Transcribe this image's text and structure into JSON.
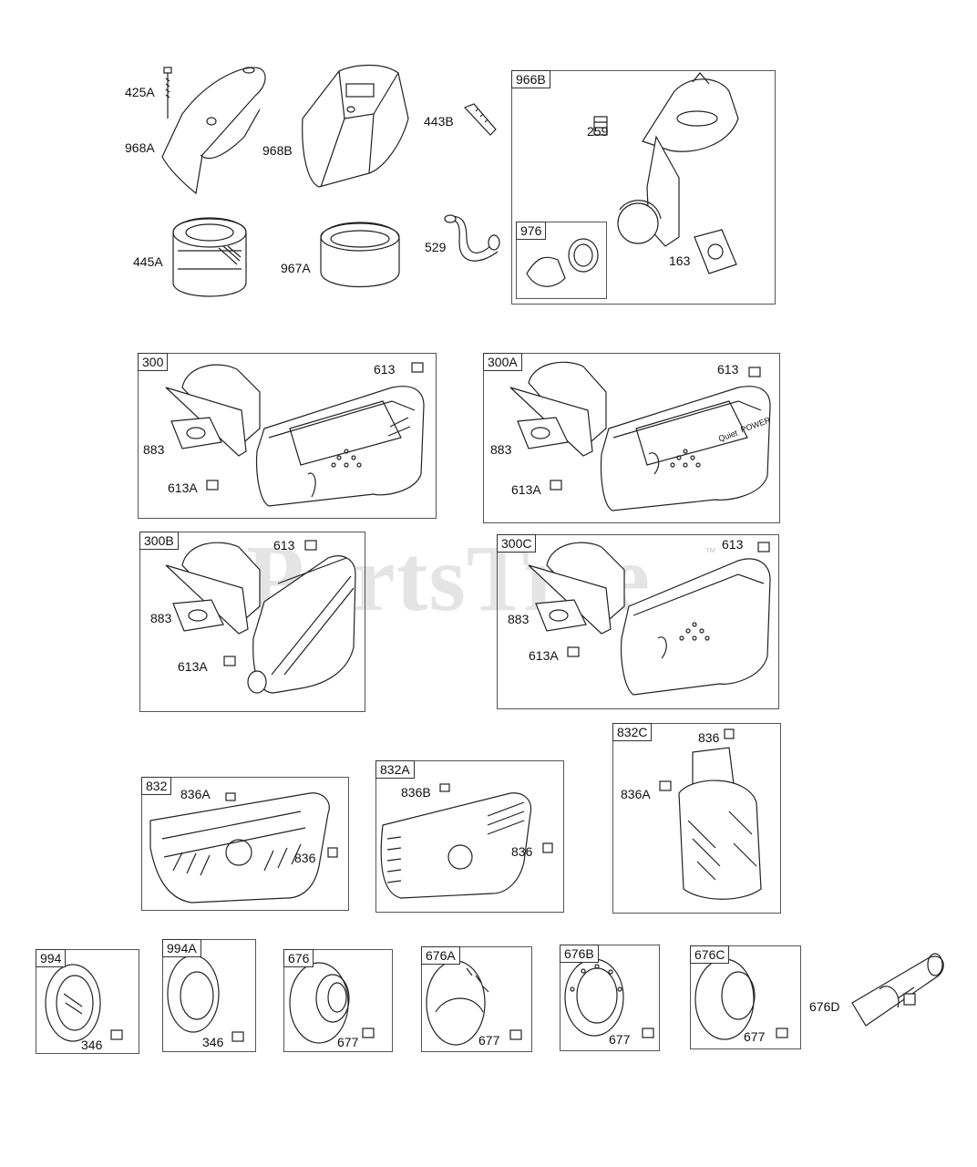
{
  "watermark": {
    "text": "PartsTree",
    "tm": "™"
  },
  "top_parts": {
    "p425A": "425A",
    "p968A": "968A",
    "p968B": "968B",
    "p443B": "443B",
    "p445A": "445A",
    "p967A": "967A",
    "p529": "529"
  },
  "box_966B": {
    "tag": "966B",
    "p259": "259",
    "p163": "163",
    "sub_976": "976"
  },
  "muffler_300": {
    "tag": "300",
    "p613": "613",
    "p883": "883",
    "p613A": "613A"
  },
  "muffler_300A": {
    "tag": "300A",
    "p613": "613",
    "p883": "883",
    "p613A": "613A",
    "brand_line1": "POWER",
    "brand_line2": "Quiet"
  },
  "muffler_300B": {
    "tag": "300B",
    "p613": "613",
    "p883": "883",
    "p613A": "613A"
  },
  "muffler_300C": {
    "tag": "300C",
    "p613": "613",
    "p883": "883",
    "p613A": "613A"
  },
  "guard_832": {
    "tag": "832",
    "p836A": "836A",
    "p836": "836"
  },
  "guard_832A": {
    "tag": "832A",
    "p836B": "836B",
    "p836": "836"
  },
  "guard_832C": {
    "tag": "832C",
    "p836": "836",
    "p836A": "836A"
  },
  "deflectors": [
    {
      "tag": "994",
      "part": "346"
    },
    {
      "tag": "994A",
      "part": "346"
    },
    {
      "tag": "676",
      "part": "677"
    },
    {
      "tag": "676A",
      "part": "677"
    },
    {
      "tag": "676B",
      "part": "677"
    },
    {
      "tag": "676C",
      "part": "677"
    }
  ],
  "p676D": "676D"
}
